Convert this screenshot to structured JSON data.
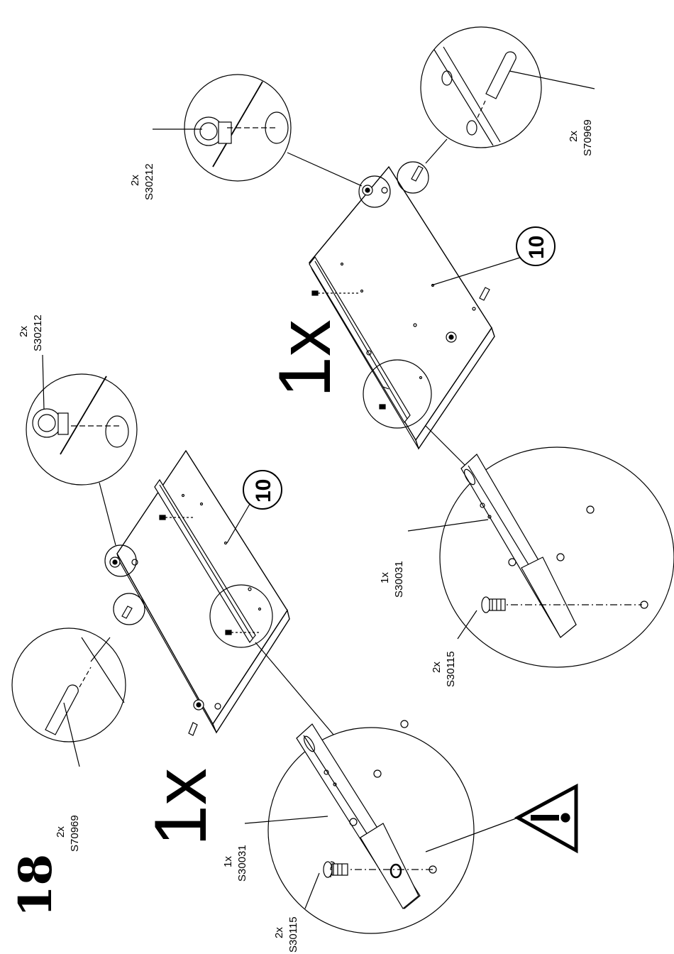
{
  "step_number": "18",
  "left_assembly": {
    "quantity": "1x",
    "panel_number": "10",
    "callouts": {
      "dowel": {
        "qty": "2x",
        "code": "S70969"
      },
      "cam_lock": {
        "qty": "2x",
        "code": "S30212"
      },
      "slide": {
        "qty": "1x",
        "code": "S30031"
      },
      "screw": {
        "qty": "2x",
        "code": "S30115"
      }
    }
  },
  "right_assembly": {
    "quantity": "1x",
    "panel_number": "10",
    "callouts": {
      "cam_lock": {
        "qty": "2x",
        "code": "S30212"
      },
      "dowel": {
        "qty": "2x",
        "code": "S70969"
      },
      "slide": {
        "qty": "1x",
        "code": "S30031"
      },
      "screw": {
        "qty": "2x",
        "code": "S30115"
      }
    }
  },
  "warning_icon": "warning-triangle-icon"
}
